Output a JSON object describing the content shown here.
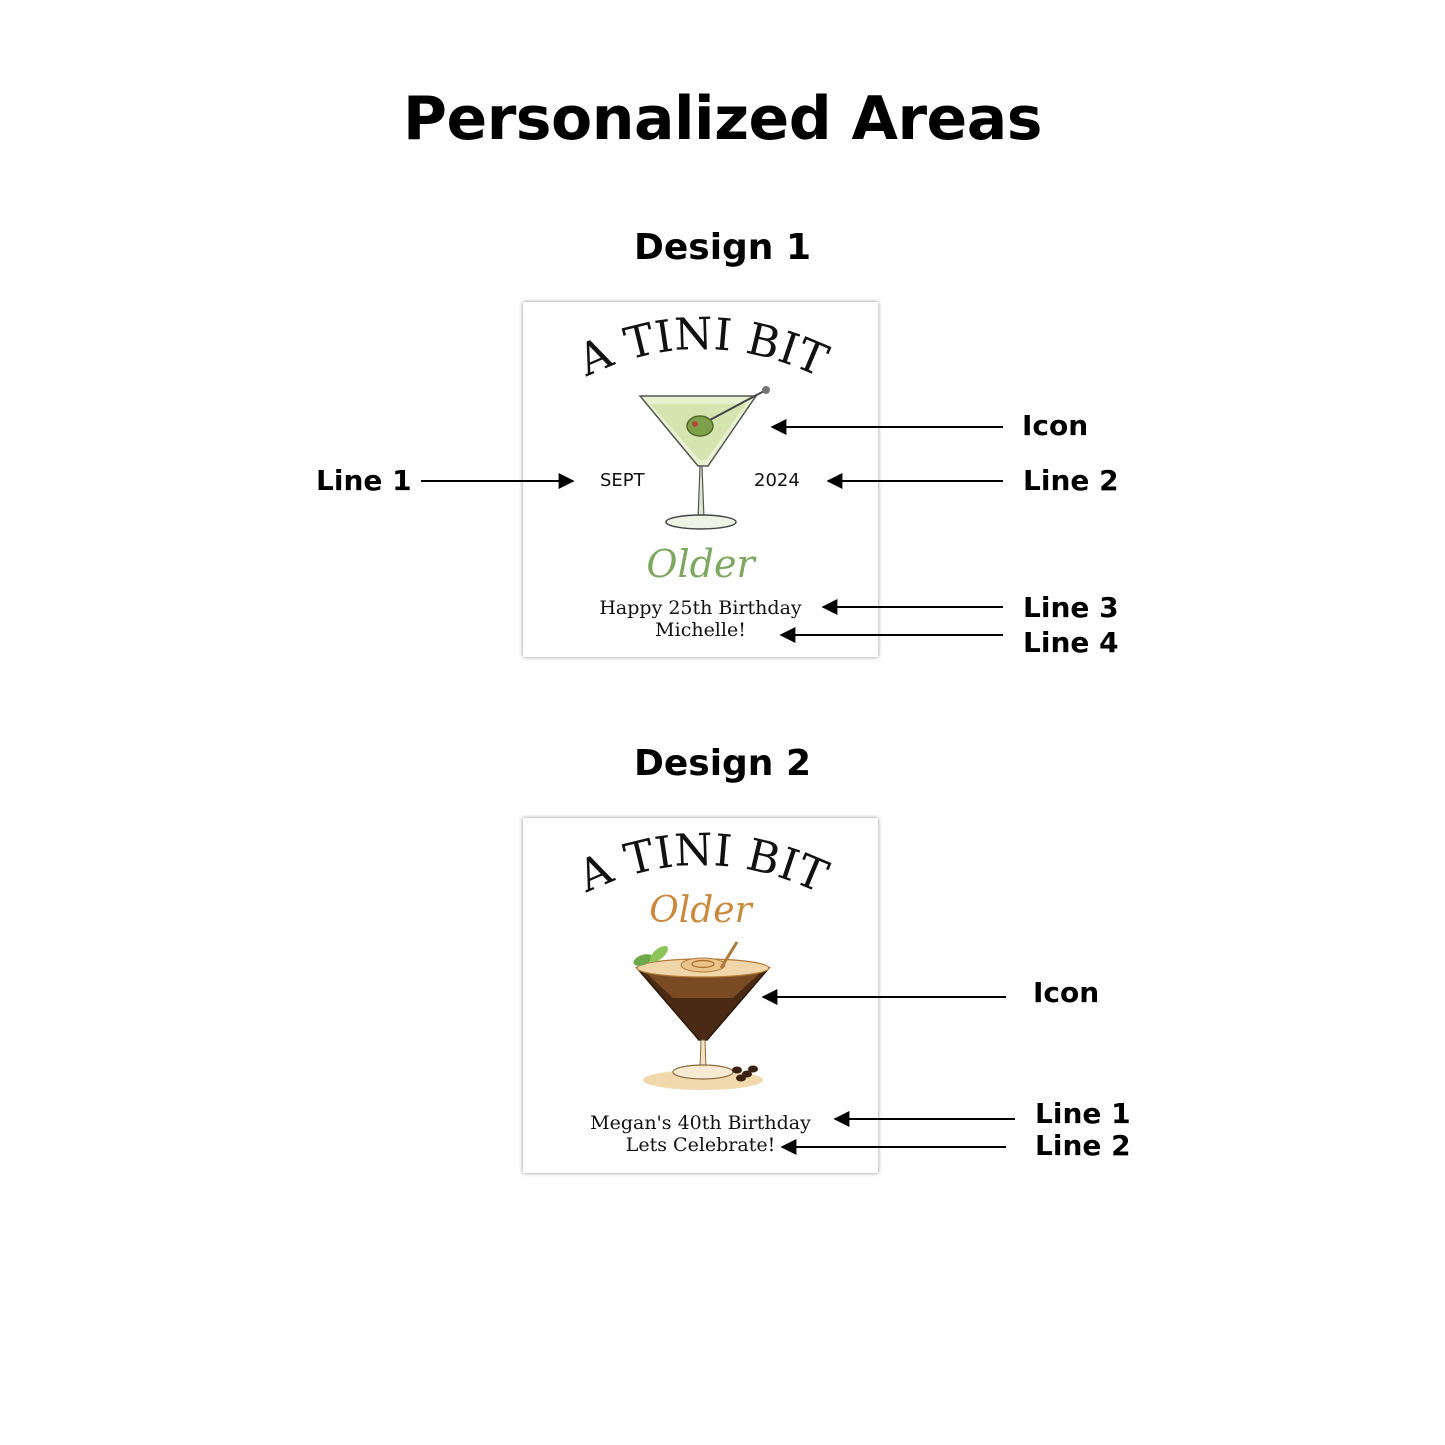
{
  "page": {
    "title": "Personalized Areas"
  },
  "design1": {
    "heading": "Design 1",
    "card": {
      "arc_title": "A TINI BIT",
      "script_word": "Older",
      "left_text": "SEPT",
      "right_text": "2024",
      "line_a": "Happy 25th Birthday",
      "line_b": "Michelle!",
      "icon": "martini-olive-icon",
      "accent": "#7ea861"
    },
    "callouts": {
      "icon": "Icon",
      "line1": "Line 1",
      "line2": "Line 2",
      "line3": "Line 3",
      "line4": "Line 4"
    }
  },
  "design2": {
    "heading": "Design 2",
    "card": {
      "arc_title": "A TINI BIT",
      "script_word": "Older",
      "line_a": "Megan's 40th Birthday",
      "line_b": "Lets Celebrate!",
      "icon": "espresso-martini-icon",
      "accent": "#c98a3e"
    },
    "callouts": {
      "icon": "Icon",
      "line1": "Line 1",
      "line2": "Line 2"
    }
  }
}
